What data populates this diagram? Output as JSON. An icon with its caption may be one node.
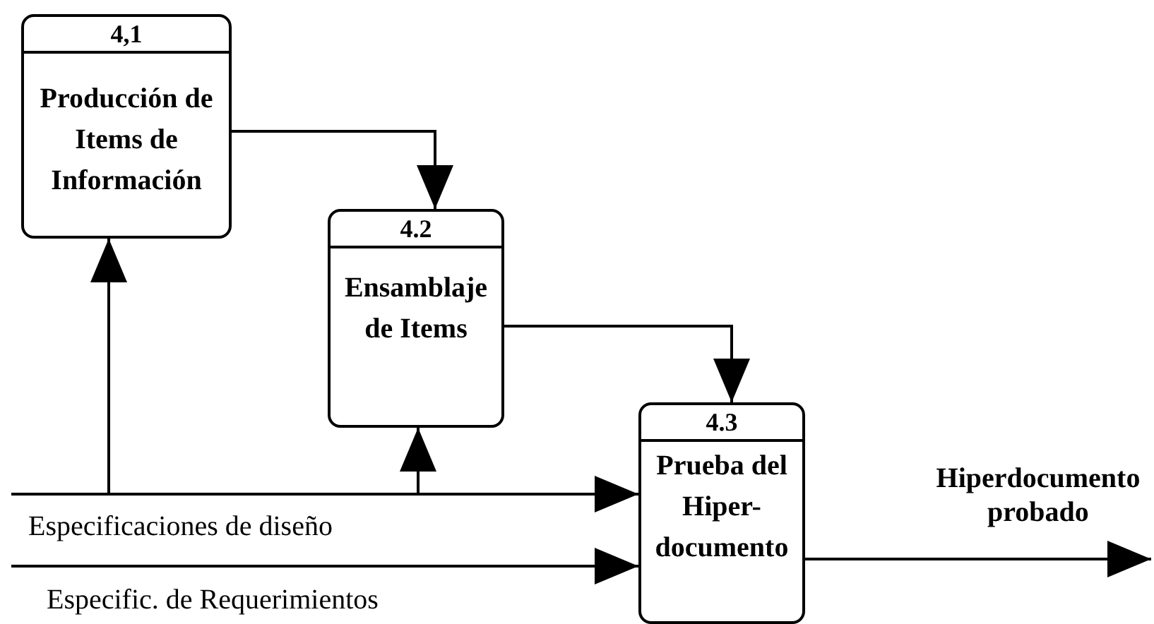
{
  "diagram": {
    "nodes": [
      {
        "text": [
          "4,1",
          "Producción de Items de Información"
        ]
      },
      {
        "text": [
          "4.2",
          "Ensamblaje de Items"
        ]
      },
      {
        "text": [
          "4.3",
          "Prueba del Hiper- documento"
        ]
      }
    ],
    "edges": [
      {
        "from": 0,
        "to": 1,
        "arrow": "to"
      },
      {
        "from": 1,
        "to": 2,
        "arrow": "to"
      },
      {
        "from": 2,
        "to": null,
        "label": "Hiperdocumento probado",
        "arrow": "to"
      },
      {
        "from": null,
        "to": 2,
        "label": "Especificaciones de diseño",
        "arrow": "to"
      },
      {
        "from": null,
        "to": 0,
        "arrow": "to"
      },
      {
        "from": null,
        "to": 1,
        "arrow": "to"
      },
      {
        "from": null,
        "to": 2,
        "label": "Especific. de Requerimientos",
        "arrow": "to"
      }
    ]
  }
}
